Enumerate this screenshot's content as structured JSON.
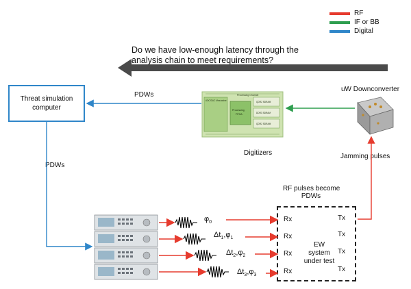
{
  "legend": {
    "items": [
      {
        "label": "RF",
        "color": "#e63b2e"
      },
      {
        "label": "IF or BB",
        "color": "#2e9e4f"
      },
      {
        "label": "Digital",
        "color": "#2f86c9"
      }
    ]
  },
  "question": {
    "line1": "Do we have low-enough latency through the",
    "line2": "analysis chain to meet requirements?"
  },
  "threat_box": {
    "line1": "Threat simulation",
    "line2": "computer"
  },
  "labels": {
    "pdws_top": "PDWs",
    "pdws_left": "PDWs",
    "uw_downconverter": "uW Downconverter",
    "digitizers": "Digitizers",
    "jamming_pulses": "Jamming pulses",
    "rf_pulses_line1": "RF pulses become",
    "rf_pulses_line2": "PDWs"
  },
  "ew_system": {
    "line1": "EW",
    "line2": "system",
    "line3": "under test",
    "rx": [
      "Rx",
      "Rx",
      "Rx",
      "Rx"
    ],
    "tx": [
      "Tx",
      "Tx",
      "Tx",
      "Tx"
    ]
  },
  "pulses": [
    {
      "prefix": "",
      "phi_sub": "0"
    },
    {
      "prefix": "Δt",
      "dt_sub": "1",
      "phi_sub": "1"
    },
    {
      "prefix": "Δt",
      "dt_sub": "2",
      "phi_sub": "2"
    },
    {
      "prefix": "Δt",
      "dt_sub": "3",
      "phi_sub": "3"
    }
  ],
  "digitizer_board": {
    "title": "Processing Channel",
    "left_block": "ADC/DAC Mezzanine",
    "center_block_line1": "Processing",
    "center_block_line2": "FPGA",
    "memory": [
      "QDR2 SDRAM",
      "DDR3 SDRAM",
      "QDR2 SDRAM"
    ]
  }
}
